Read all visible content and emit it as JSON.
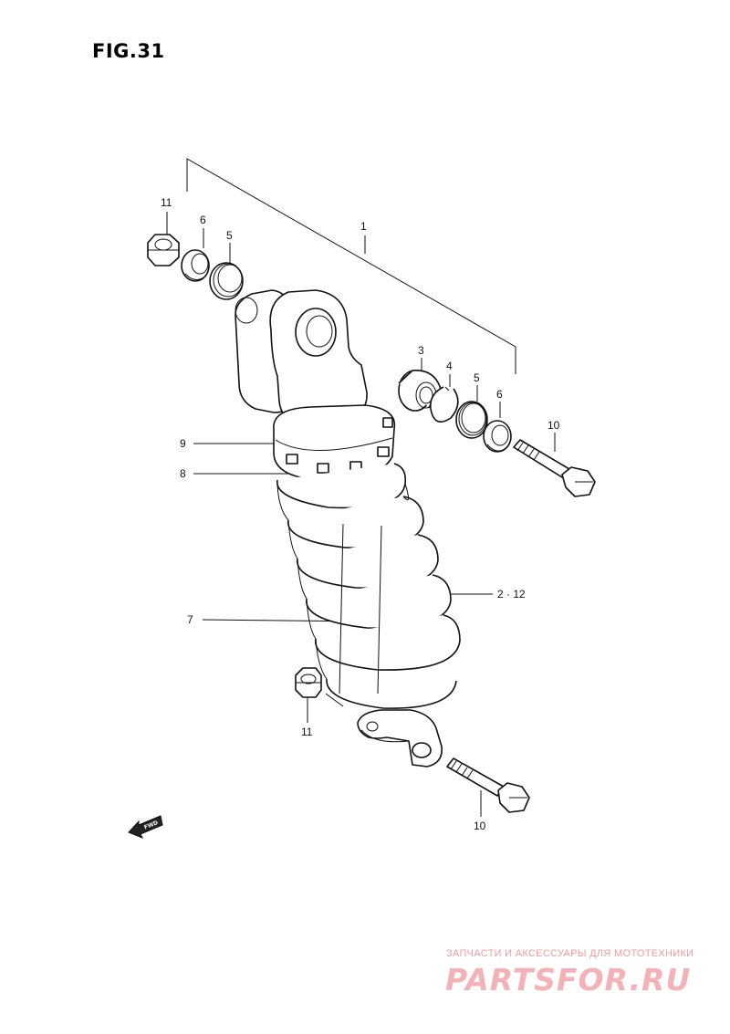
{
  "figure": {
    "title": "FIG.31"
  },
  "callouts": [
    {
      "id": "c-1",
      "text": "1"
    },
    {
      "id": "c-11-top",
      "text": "11"
    },
    {
      "id": "c-6-top",
      "text": "6"
    },
    {
      "id": "c-5-top",
      "text": "5"
    },
    {
      "id": "c-3",
      "text": "3"
    },
    {
      "id": "c-4",
      "text": "4"
    },
    {
      "id": "c-5-right",
      "text": "5"
    },
    {
      "id": "c-6-right",
      "text": "6"
    },
    {
      "id": "c-10-right",
      "text": "10"
    },
    {
      "id": "c-9",
      "text": "9"
    },
    {
      "id": "c-8",
      "text": "8"
    },
    {
      "id": "c-2-12",
      "text": "2 · 12"
    },
    {
      "id": "c-7",
      "text": "7"
    },
    {
      "id": "c-11-bottom",
      "text": "11"
    },
    {
      "id": "c-10-bottom",
      "text": "10"
    }
  ],
  "fwd_badge": {
    "text": "FWD"
  },
  "watermark": {
    "caption": "ЗАПЧАСТИ И АКСЕССУАРЫ ДЛЯ МОТОТЕХНИКИ",
    "logo": "PARTSFOR.RU"
  },
  "colors": {
    "line": "#111111",
    "watermark": "#f4b2b6"
  }
}
